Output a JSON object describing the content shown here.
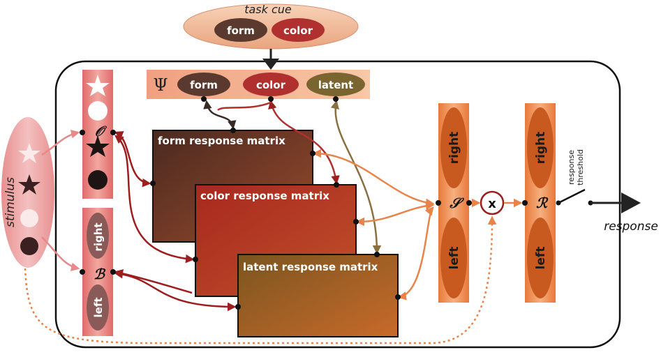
{
  "task_cue": {
    "title": "task cue",
    "options": [
      "form",
      "color"
    ]
  },
  "psi": {
    "symbol": "Ψ",
    "items": [
      "form",
      "color",
      "latent"
    ]
  },
  "stimulus": {
    "label": "stimulus"
  },
  "object_column": {
    "symbol": "𝒪"
  },
  "button_column": {
    "symbol": "ℬ",
    "right": "right",
    "left": "left"
  },
  "matrices": {
    "form": "form response matrix",
    "color": "color response matrix",
    "latent": "latent response matrix"
  },
  "s_column": {
    "symbol": "𝒮",
    "right": "right",
    "left": "left"
  },
  "multiply": {
    "symbol": "x"
  },
  "r_column": {
    "symbol": "ℛ",
    "right": "right",
    "left": "left"
  },
  "threshold": {
    "line1": "response",
    "line2": "threshold"
  },
  "response": {
    "label": "response"
  },
  "colors": {
    "form": "#5a3a2e",
    "color": "#b03030",
    "latent": "#7a6530",
    "orange": "#e8844a",
    "dark_red": "#9c1e1e"
  }
}
